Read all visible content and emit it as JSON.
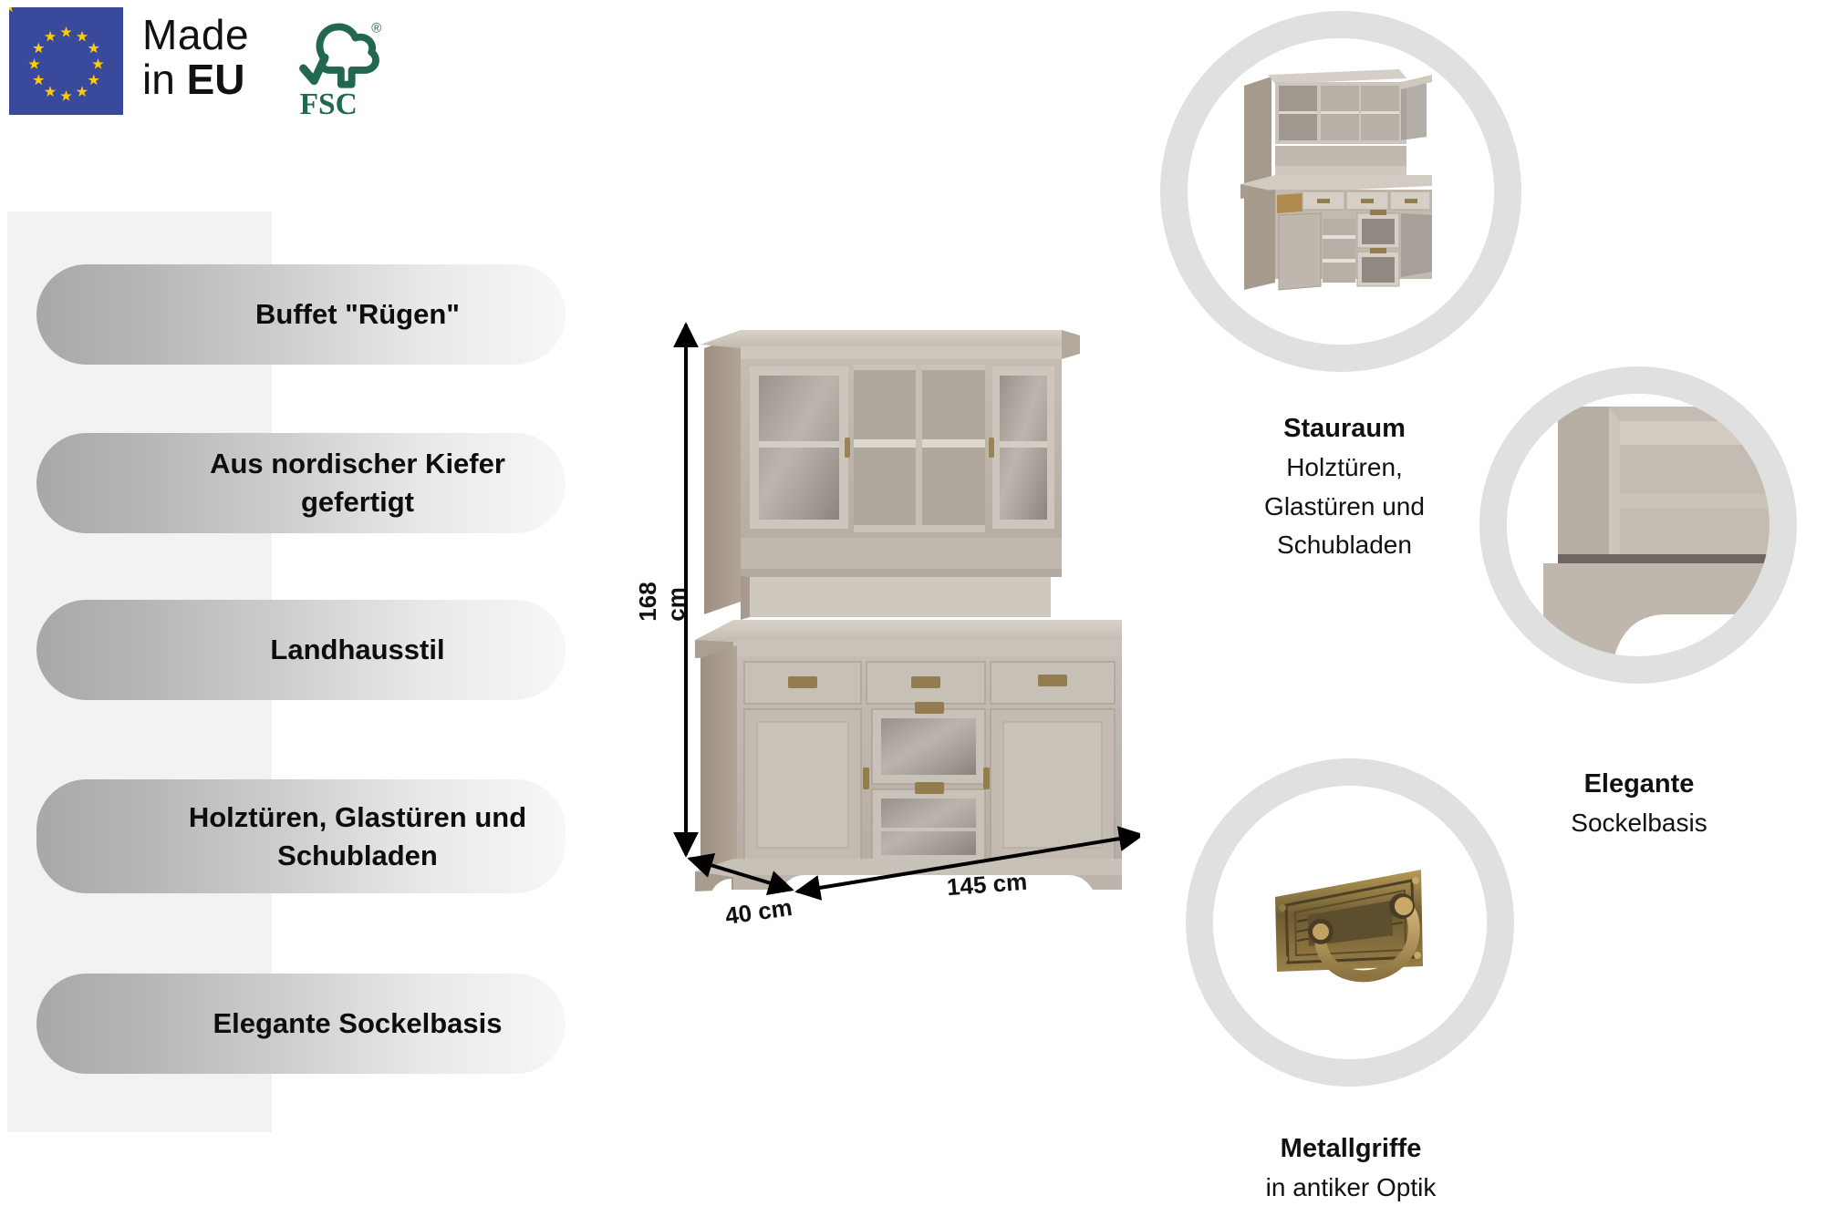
{
  "badges": {
    "eu_flag_name": "eu-flag-icon",
    "made_line1": "Made",
    "made_line2_prefix": "in ",
    "made_line2_bold": "EU",
    "fsc_label": "FSC",
    "fsc_registered": "®"
  },
  "features": [
    {
      "label": "Buffet \"Rügen\""
    },
    {
      "label": "Aus nordischer Kiefer gefertigt"
    },
    {
      "label": "Landhausstil"
    },
    {
      "label": "Holztüren, Glastüren und Schubladen"
    },
    {
      "label": "Elegante Sockelbasis"
    }
  ],
  "dimensions": {
    "height": "168 cm",
    "width": "145 cm",
    "depth": "40 cm"
  },
  "callouts": [
    {
      "name": "stauraum",
      "heading": "Stauraum",
      "lines": [
        "Holztüren,",
        "Glastüren und",
        "Schubladen"
      ]
    },
    {
      "name": "sockelbasis",
      "heading": "Elegante",
      "lines": [
        "Sockelbasis"
      ]
    },
    {
      "name": "metallgriffe",
      "heading": "Metallgriffe",
      "lines": [
        "in antiker Optik"
      ]
    }
  ],
  "colors": {
    "eu_blue": "#39499c",
    "eu_star_yellow": "#ffcc00",
    "fsc_green": "#22684f",
    "furniture_front": "#bdb5ac",
    "furniture_side": "#a89a8d",
    "ring_gray": "#e0e0e0",
    "panel_gray": "#f2f2f2",
    "pill_gradient_start": "#a8a8a8",
    "pill_gradient_end": "#f7f7f7"
  }
}
